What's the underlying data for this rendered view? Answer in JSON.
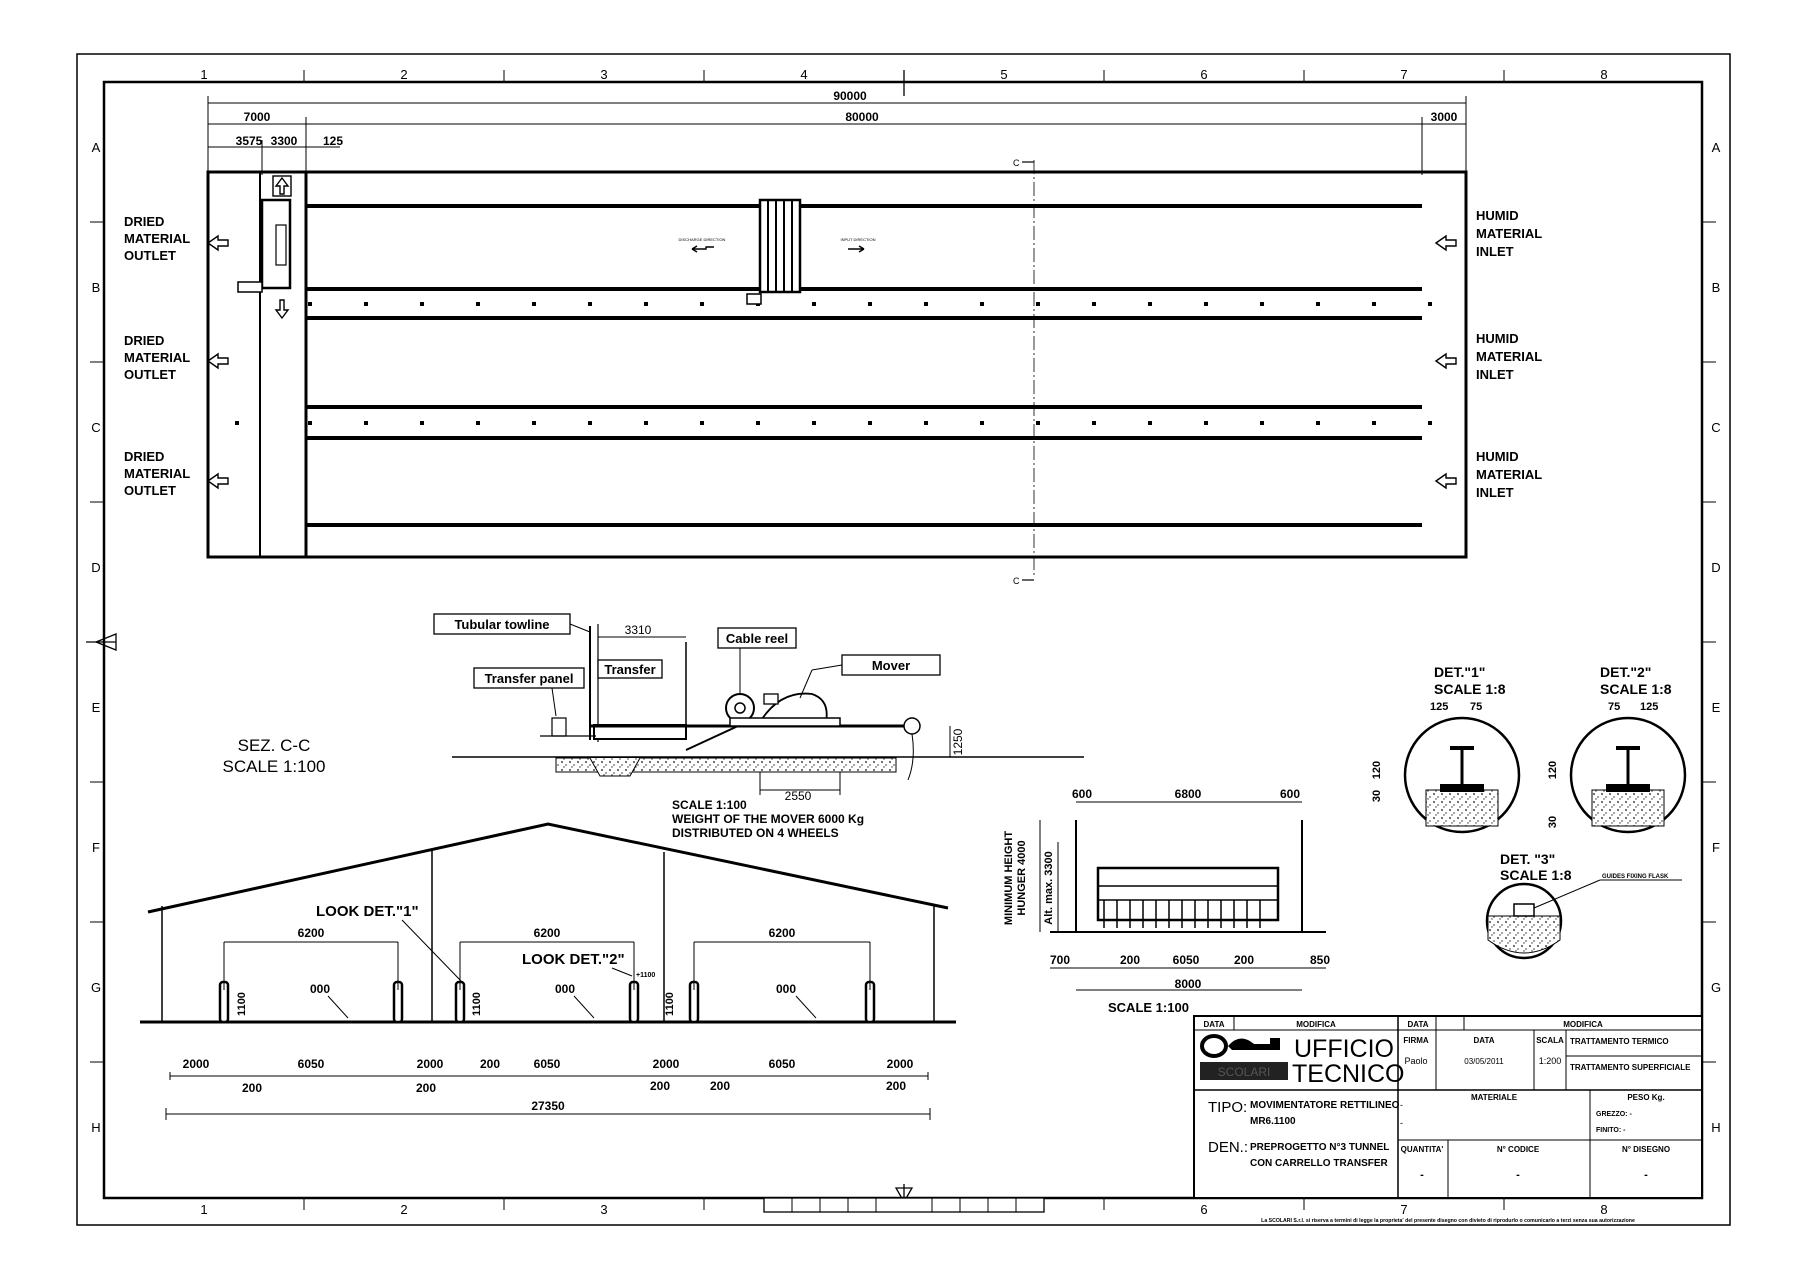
{
  "grid": {
    "cols": [
      "1",
      "2",
      "3",
      "4",
      "5",
      "6",
      "7",
      "8"
    ],
    "rows": [
      "A",
      "B",
      "C",
      "D",
      "E",
      "F",
      "G",
      "H"
    ]
  },
  "plan": {
    "dim_total": "90000",
    "dim_7000": "7000",
    "dim_80000": "80000",
    "dim_3000": "3000",
    "dim_3575": "3575",
    "dim_3300": "3300",
    "dim_125": "125",
    "section_mark": "C",
    "outlet": [
      "DRIED",
      "MATERIAL",
      "OUTLET"
    ],
    "inlet": [
      "HUMID",
      "MATERIAL",
      "INLET"
    ],
    "arrow_left_small": "DISCHARGE DIRECTION",
    "arrow_right_small": "INPUT DIRECTION"
  },
  "transfer": {
    "tubular_towline": "Tubular towline",
    "transfer_panel": "Transfer panel",
    "transfer": "Transfer",
    "cable_reel": "Cable reel",
    "mover": "Mover",
    "dim_3310": "3310",
    "dim_1250": "1250",
    "dim_2550": "2550",
    "scale": "SCALE 1:100",
    "weight": "WEIGHT OF THE MOVER 6000 Kg",
    "wheels": "DISTRIBUTED ON 4 WHEELS"
  },
  "section": {
    "title": "SEZ. C-C",
    "scale": "SCALE 1:100",
    "look1": "LOOK DET.\"1\"",
    "look2": "LOOK DET.\"2\"",
    "d6200": "6200",
    "d1100": "1100",
    "d000": "000",
    "d2000": "2000",
    "d6050": "6050",
    "d200": "200",
    "d27350": "27350",
    "d100": "+1100"
  },
  "frontview": {
    "d600": "600",
    "d6800": "6800",
    "min_height": "MINIMUM HEIGHT",
    "hunger": "HUNGER 4000",
    "alt_max": "Alt. max. 3300",
    "d700": "700",
    "d200": "200",
    "d6050": "6050",
    "d850": "850",
    "d8000": "8000",
    "scale": "SCALE 1:100"
  },
  "details": {
    "det1": "DET.\"1\"",
    "det2": "DET.\"2\"",
    "det3": "DET. \"3\"",
    "scale18": "SCALE 1:8",
    "d125": "125",
    "d75": "75",
    "d120": "120",
    "d30": "30",
    "guide": "GUIDES FIXING FLASK"
  },
  "titleblock": {
    "data": "DATA",
    "modifica": "MODIFICA",
    "ufficio": "UFFICIO",
    "tecnico": "TECNICO",
    "logo_text": "SCOLARI",
    "firma": "FIRMA",
    "scala": "SCALA",
    "firma_val": "Paolo",
    "data_val": "03/05/2011",
    "scala_val": "1:200",
    "mod1": "TRATTAMENTO TERMICO",
    "mod2": "TRATTAMENTO SUPERFICIALE",
    "tipo_label": "TIPO:",
    "tipo_val1": "MOVIMENTATORE RETTILINEO",
    "tipo_val2": "MR6.1100",
    "den_label": "DEN.:",
    "den_val1": "PREPROGETTO N°3 TUNNEL",
    "den_val2": "CON CARRELLO TRANSFER",
    "materiale": "MATERIALE",
    "peso": "PESO Kg.",
    "grezzo": "GREZZO: -",
    "finito": "FINITO:  -",
    "quantita": "QUANTITA'",
    "codice": "N° CODICE",
    "disegno": "N° DISEGNO",
    "dash": "-",
    "footer": "La SCOLARI S.r.l. si riserva a termini di legge la proprieta' del presente disegno con divieto di riprodurlo o comunicarlo a terzi senza sua autorizzazione"
  }
}
